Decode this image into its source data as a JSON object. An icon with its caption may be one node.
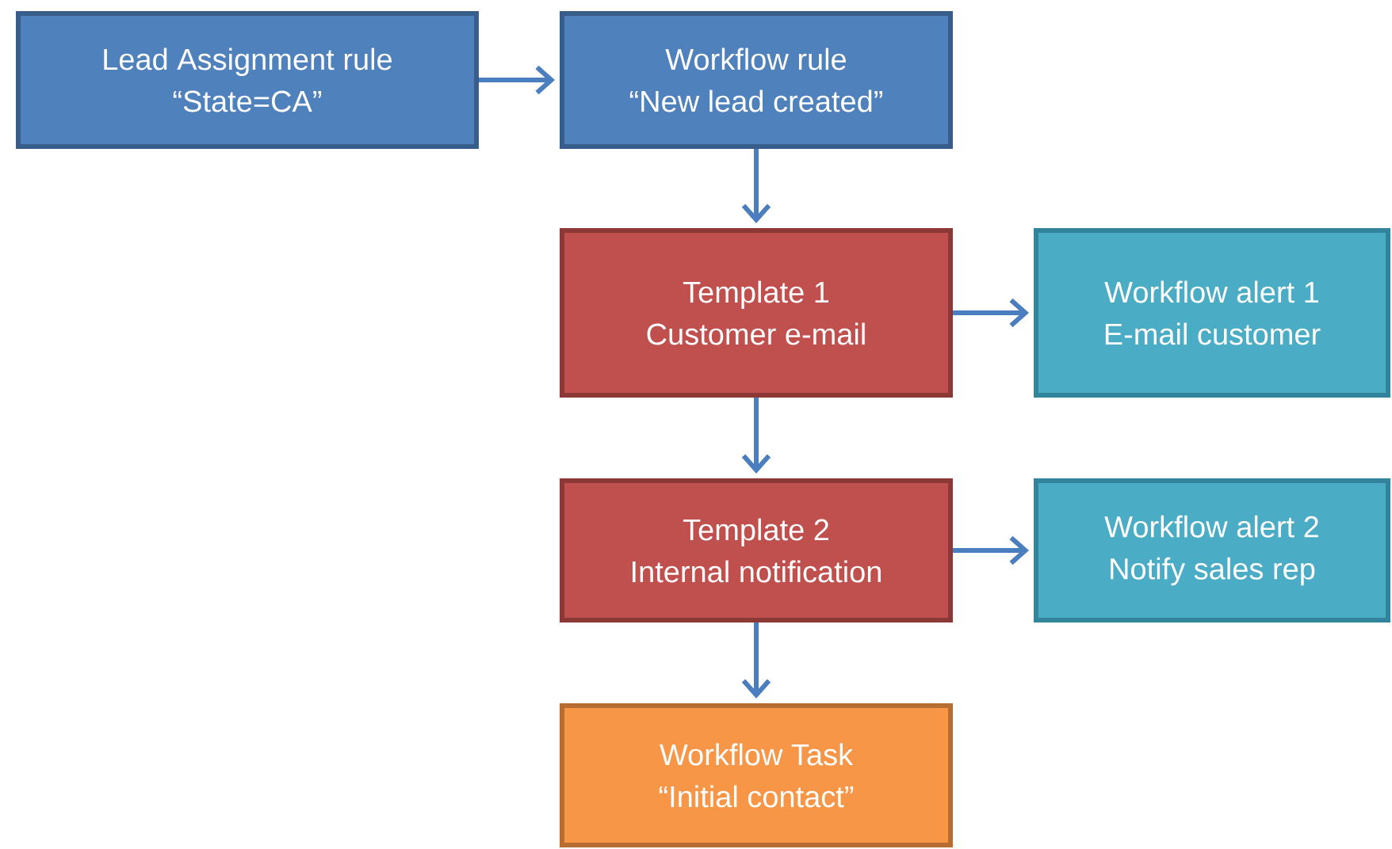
{
  "diagram": {
    "nodes": [
      {
        "text": [
          "Lead Assignment rule",
          "“State=CA”"
        ]
      },
      {
        "text": [
          "Workflow rule",
          "“New lead created”"
        ]
      },
      {
        "text": [
          "Template 1",
          "Customer e-mail"
        ]
      },
      {
        "text": [
          "Workflow alert 1",
          "E-mail customer"
        ]
      },
      {
        "text": [
          "Template 2",
          "Internal notification"
        ]
      },
      {
        "text": [
          "Workflow alert 2",
          "Notify sales rep"
        ]
      },
      {
        "text": [
          "Workflow Task",
          "“Initial contact”"
        ]
      }
    ],
    "edges": [
      {
        "from": 0,
        "to": 1,
        "arrow": "to"
      },
      {
        "from": 1,
        "to": 2,
        "arrow": "to"
      },
      {
        "from": 2,
        "to": 3,
        "arrow": "to"
      },
      {
        "from": 2,
        "to": 4,
        "arrow": "to"
      },
      {
        "from": 4,
        "to": 5,
        "arrow": "to"
      },
      {
        "from": 4,
        "to": 6,
        "arrow": "to"
      }
    ]
  }
}
